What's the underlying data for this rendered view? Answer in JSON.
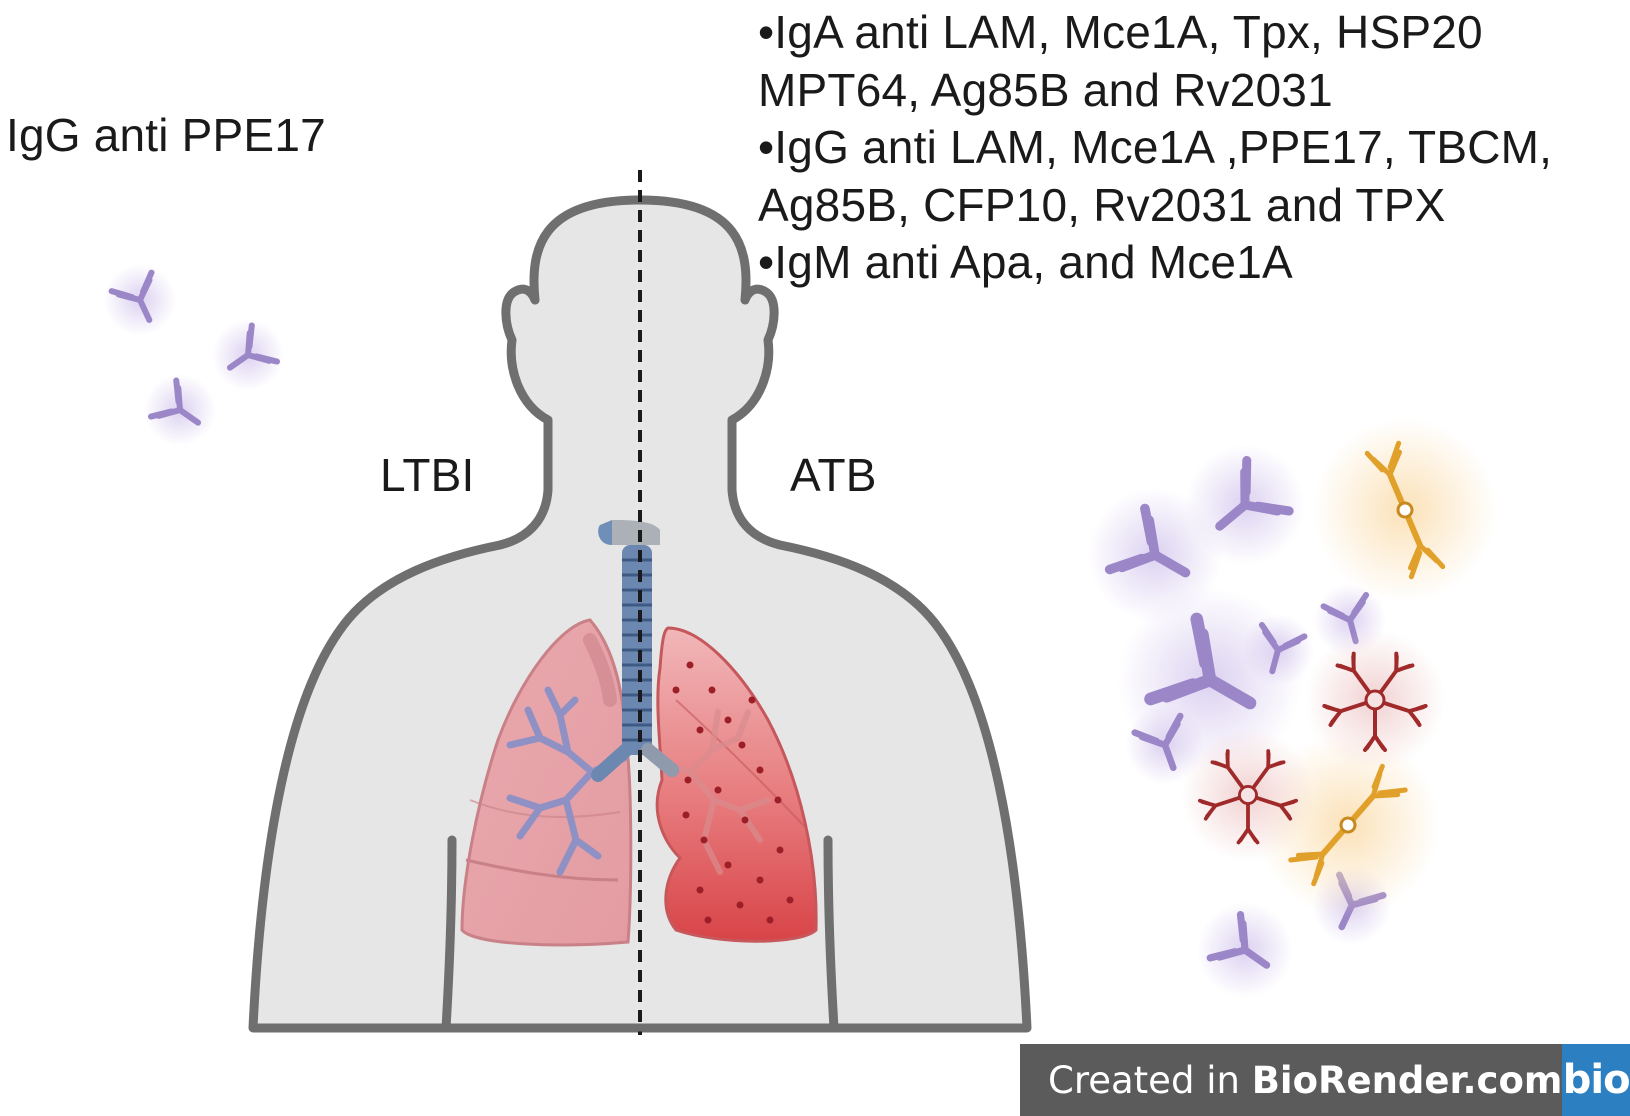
{
  "left_caption": "IgG anti PPE17",
  "ltbi_label": "LTBI",
  "atb_label": "ATB",
  "atb_list": [
    "•IgA anti LAM, Mce1A, Tpx, HSP20",
    "MPT64, Ag85B and Rv2031",
    "•IgG anti LAM, Mce1A ,PPE17, TBCM,",
    "Ag85B, CFP10, Rv2031 and TPX",
    "•IgM anti Apa, and Mce1A"
  ],
  "badge": {
    "prefix": "Created in ",
    "brand": "BioRender.com",
    "logo": "bio"
  },
  "colors": {
    "body_fill": "#e6e6e6",
    "body_outline": "#6f6f6f",
    "healthy_lung": "#e8a5ac",
    "infected_lung": "#e0585a",
    "trachea": "#5b7fa8",
    "igg_purple": "#9b86c8",
    "iga_orange": "#e0a02a",
    "igm_red": "#a02a2a"
  },
  "icons": [
    "igg-antibody-icon",
    "iga-antibody-icon",
    "igm-antibody-icon",
    "lung-icon",
    "trachea-icon"
  ]
}
